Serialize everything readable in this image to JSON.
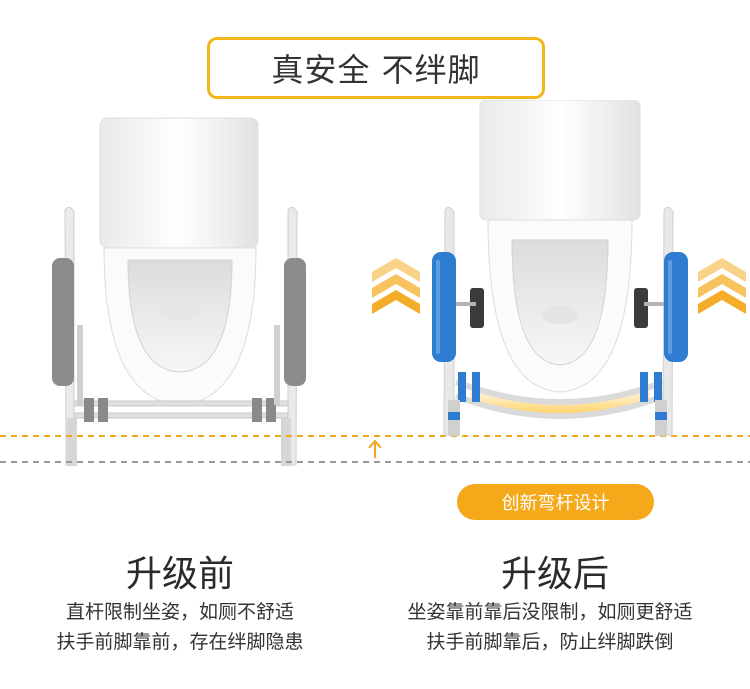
{
  "headline": "真安全 不绊脚",
  "feature_badge": "创新弯杆设计",
  "before": {
    "label": "升级前",
    "desc_line1": "直杆限制坐姿，如厕不舒适",
    "desc_line2": "扶手前脚靠前，存在绊脚隐患"
  },
  "after": {
    "label": "升级后",
    "desc_line1": "坐姿靠前靠后没限制，如厕更舒适",
    "desc_line2": "扶手前脚靠后，防止绊脚跌倒"
  },
  "colors": {
    "accent": "#f2b51e",
    "blue_padding": "#2f7dd0",
    "gray_padding": "#8c8c8c",
    "guide_line_orange": "#f0a820",
    "guide_line_gray": "#9a9a9a"
  }
}
